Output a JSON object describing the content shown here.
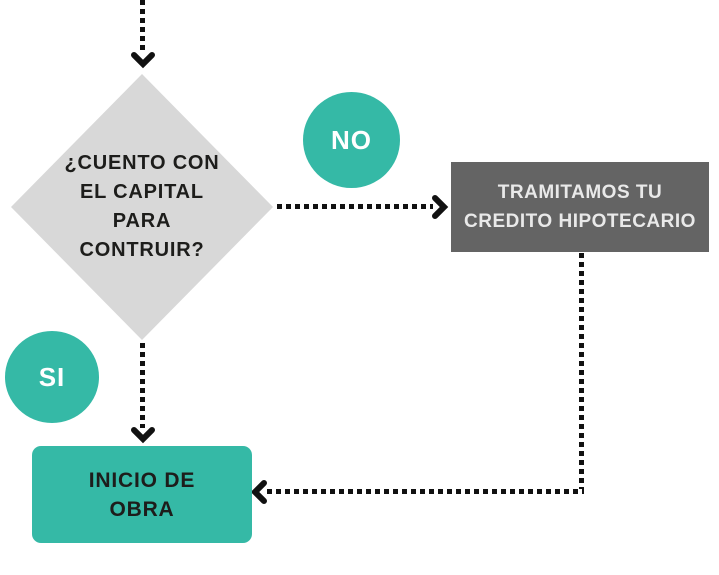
{
  "colors": {
    "teal": "#35b9a6",
    "diamond_gray": "#d8d8d8",
    "dark_gray": "#646464",
    "arrow_black": "#111111",
    "text_dark": "#1d1d1b",
    "text_light": "#e9e9e9",
    "background": "#ffffff"
  },
  "nodes": {
    "decision": {
      "label_lines": [
        "¿CUENTO CON",
        "EL CAPITAL",
        "PARA",
        "CONTRUIR?"
      ]
    },
    "no_badge": {
      "label": "NO"
    },
    "si_badge": {
      "label": "SI"
    },
    "credit_box": {
      "label_lines": [
        "TRAMITAMOS TU",
        "CREDITO HIPOTECARIO"
      ]
    },
    "start_box": {
      "label_lines": [
        "INICIO DE",
        "OBRA"
      ]
    }
  },
  "icons": {
    "arrowheads": [
      "arrowhead-down-icon",
      "arrowhead-right-icon",
      "arrowhead-down-icon",
      "arrowhead-left-icon"
    ]
  }
}
